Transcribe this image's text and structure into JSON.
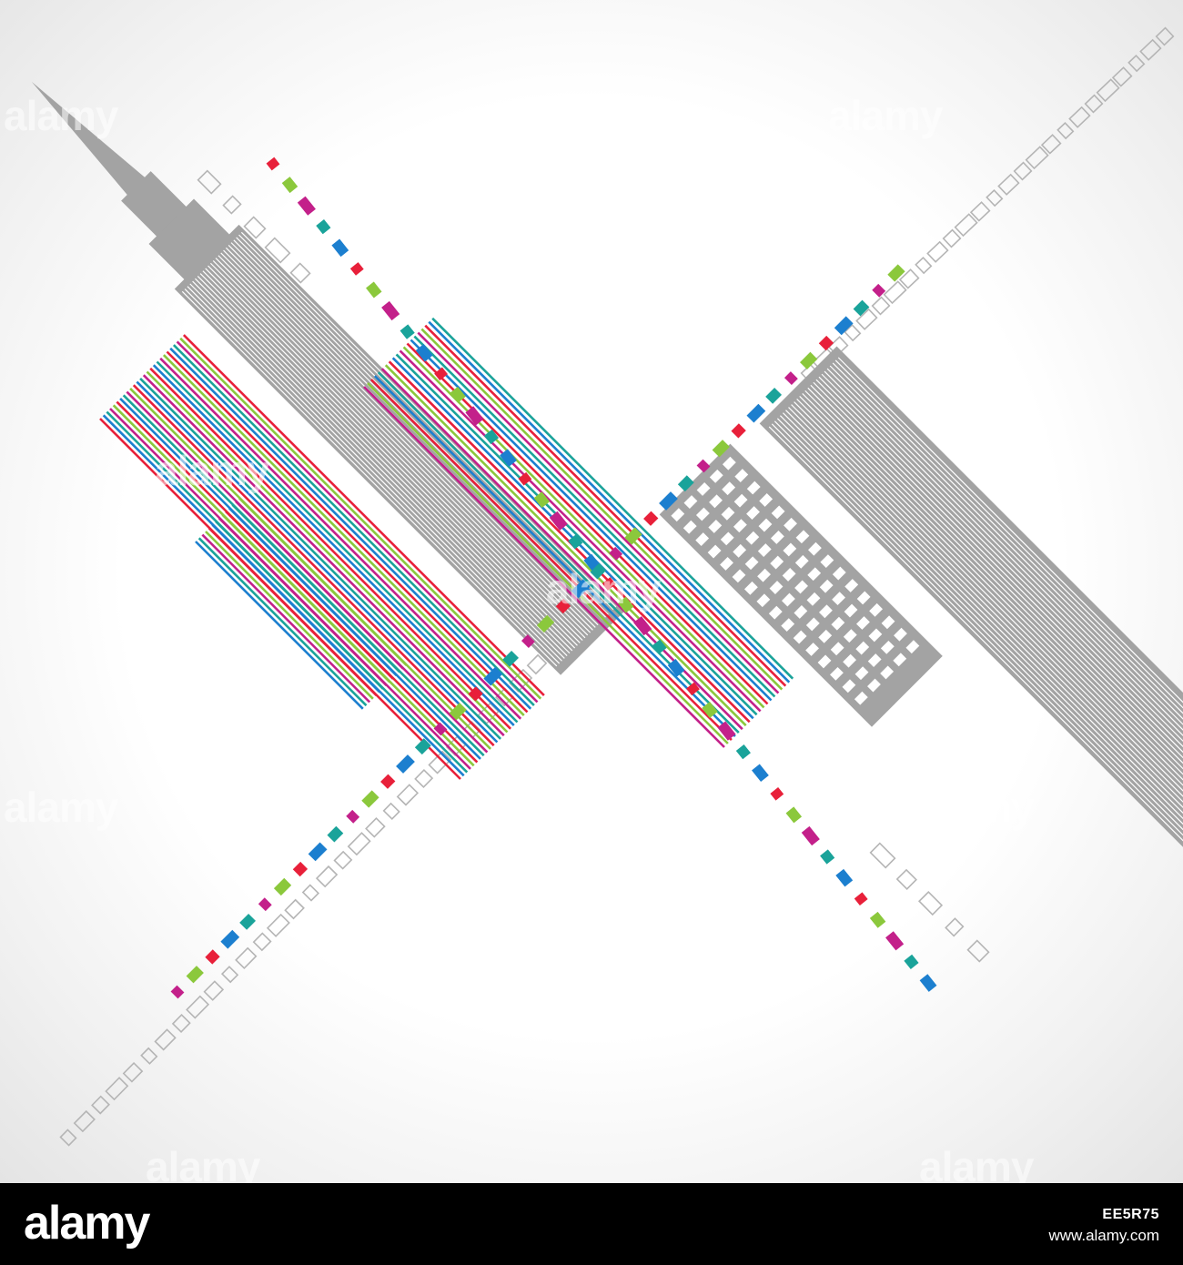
{
  "watermark": {
    "text": "alamy"
  },
  "footer": {
    "logo": "alamy",
    "image_id": "EE5R75",
    "url": "www.alamy.com"
  },
  "palette": {
    "red": "#e8203a",
    "magenta": "#c3208a",
    "blue": "#1c7fcf",
    "green": "#8bc83c",
    "teal": "#1aa39a",
    "gray": "#a3a3a3",
    "outline": "#b5b5b5"
  },
  "icons": {
    "skyscraper": "spire-tower-icon",
    "office": "office-tower-icon"
  }
}
